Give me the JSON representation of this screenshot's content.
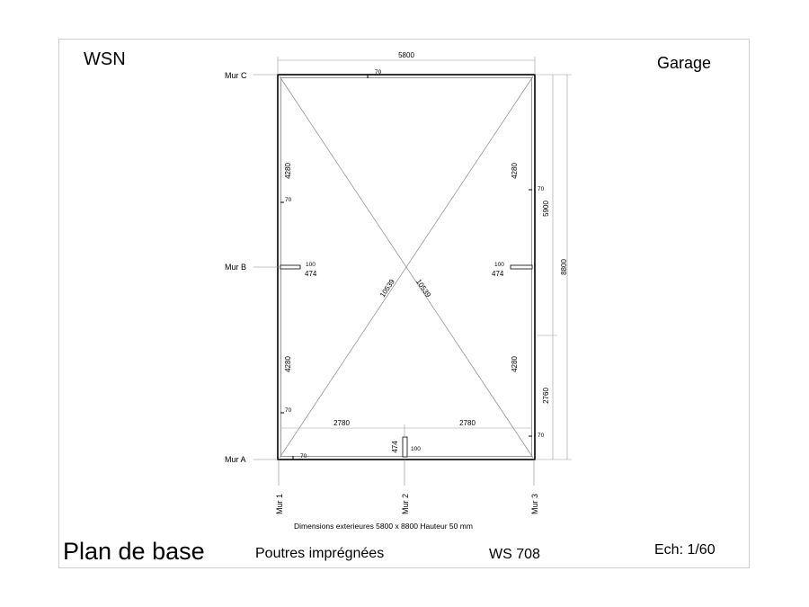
{
  "header": {
    "brand": "WSN",
    "project": "Garage"
  },
  "footer": {
    "title": "Plan de base",
    "beams": "Poutres imprégnées",
    "model": "WS 708",
    "scale": "Ech: 1/60",
    "dimensions_note": "Dimensions exterieures 5800 x 8800 Hauteur 50 mm"
  },
  "walls": {
    "mur_a": "Mur A",
    "mur_b": "Mur B",
    "mur_c": "Mur C",
    "mur_1": "Mur 1",
    "mur_2": "Mur 2",
    "mur_3": "Mur 3"
  },
  "dimensions": {
    "width": "5800",
    "depth": "8800",
    "half_left": "4280",
    "half_right": "4280",
    "lower_left": "4280",
    "lower_right": "4280",
    "right_upper": "5900",
    "right_lower": "2760",
    "bottom_left": "2780",
    "bottom_right": "2780",
    "diagonal_1": "10539",
    "diagonal_2": "10539",
    "beam_thickness": "70",
    "connector_width": "100",
    "connector_length": "474"
  }
}
